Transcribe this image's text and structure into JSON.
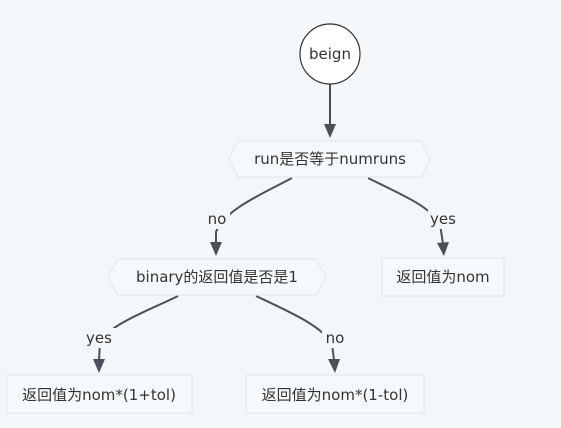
{
  "diagram": {
    "nodes": {
      "start": {
        "label": "beign"
      },
      "decision_runs": {
        "label": "run是否等于numruns"
      },
      "decision_binary": {
        "label": "binary的返回值是否是1"
      },
      "return_nom": {
        "label": "返回值为nom"
      },
      "return_plus": {
        "label": "返回值为nom*(1+tol)"
      },
      "return_minus": {
        "label": "返回值为nom*(1-tol)"
      }
    },
    "edges": {
      "start_to_runs": {
        "label": ""
      },
      "runs_no": {
        "label": "no"
      },
      "runs_yes": {
        "label": "yes"
      },
      "binary_yes": {
        "label": "yes"
      },
      "binary_no": {
        "label": "no"
      }
    }
  }
}
